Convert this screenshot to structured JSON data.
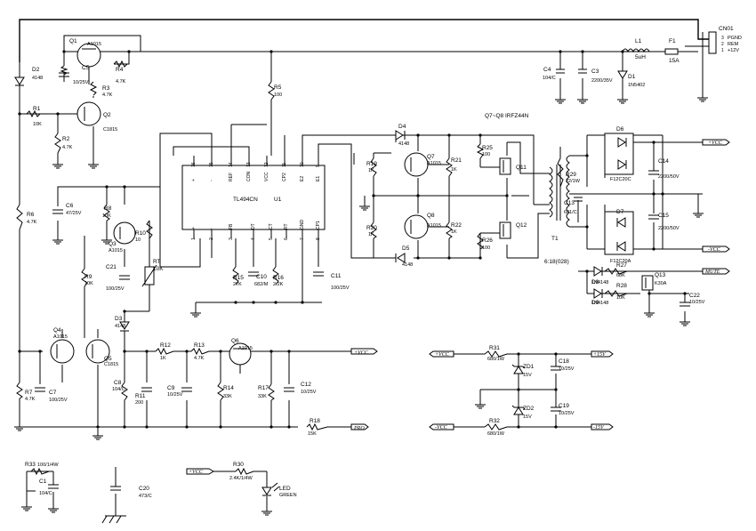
{
  "connector": {
    "ref": "CN01",
    "pins": [
      "3",
      "2",
      "1"
    ],
    "names": [
      "PGND",
      "REM",
      "+12V"
    ]
  },
  "ic": {
    "ref": "U1",
    "part": "TL494CN",
    "top_pins": [
      "16",
      "15",
      "14",
      "13",
      "12",
      "11",
      "10",
      "9"
    ],
    "top_names": [
      "+",
      "-",
      "REF",
      "CON",
      "VCC",
      "CP2",
      "E2",
      "E1"
    ],
    "bot_pins": [
      "1",
      "2",
      "3",
      "4",
      "5",
      "6",
      "7",
      "8"
    ],
    "bot_names": [
      "+",
      "-",
      "FB",
      "DT",
      "CT",
      "RT",
      "GND",
      "CP1"
    ]
  },
  "transformer": {
    "ref": "T1",
    "ratio": "6:18(028)"
  },
  "mosfet_note": "Q7~Q8 IRFZ44N",
  "nets": {
    "pvcc": "+VCC",
    "nvcc": "-VCC",
    "p15": "+15V",
    "n15": "-15V",
    "mute": "MUTE",
    "pro": "PRO"
  },
  "resistors": [
    {
      "ref": "R1",
      "val": "10K"
    },
    {
      "ref": "R2",
      "val": "4.7K"
    },
    {
      "ref": "R3",
      "val": "4.7K"
    },
    {
      "ref": "R4",
      "val": "4.7K"
    },
    {
      "ref": "R5",
      "val": "100"
    },
    {
      "ref": "R6",
      "val": "4.7K"
    },
    {
      "ref": "R7",
      "val": "4.7K"
    },
    {
      "ref": "R8",
      "val": "10K"
    },
    {
      "ref": "R9",
      "val": "10K"
    },
    {
      "ref": "R10",
      "val": "10"
    },
    {
      "ref": "R11",
      "val": "200"
    },
    {
      "ref": "R12",
      "val": "1K"
    },
    {
      "ref": "R13",
      "val": "4.7K"
    },
    {
      "ref": "R14",
      "val": "33K"
    },
    {
      "ref": "R15",
      "val": "27K"
    },
    {
      "ref": "R16",
      "val": "2.2K"
    },
    {
      "ref": "R17",
      "val": "33K"
    },
    {
      "ref": "R18",
      "val": "15K"
    },
    {
      "ref": "R19",
      "val": "1K"
    },
    {
      "ref": "R20",
      "val": "1K"
    },
    {
      "ref": "R21",
      "val": "1K"
    },
    {
      "ref": "R22",
      "val": "1K"
    },
    {
      "ref": "R25",
      "val": "100"
    },
    {
      "ref": "R26",
      "val": "100"
    },
    {
      "ref": "R27",
      "val": "68K"
    },
    {
      "ref": "R28",
      "val": "10K"
    },
    {
      "ref": "R29",
      "val": "22/1W"
    },
    {
      "ref": "R30",
      "val": "2.4K/1/4W"
    },
    {
      "ref": "R31",
      "val": "680/1W"
    },
    {
      "ref": "R32",
      "val": "680/1W"
    },
    {
      "ref": "R33",
      "val": "100/1/4W"
    }
  ],
  "capacitors": [
    {
      "ref": "C1",
      "val": "104/C"
    },
    {
      "ref": "C3",
      "val": "2200/35V"
    },
    {
      "ref": "C4",
      "val": "104/C"
    },
    {
      "ref": "C5",
      "val": "10/25V"
    },
    {
      "ref": "C6",
      "val": "47/25V"
    },
    {
      "ref": "C7",
      "val": "100/25V"
    },
    {
      "ref": "C8",
      "val": "104/C"
    },
    {
      "ref": "C9",
      "val": "10/25V"
    },
    {
      "ref": "C10",
      "val": "682/M"
    },
    {
      "ref": "C11",
      "val": "100/25V"
    },
    {
      "ref": "C12",
      "val": "10/25V"
    },
    {
      "ref": "C13",
      "val": "681/C"
    },
    {
      "ref": "C14",
      "val": "2200/50V"
    },
    {
      "ref": "C15",
      "val": "2200/50V"
    },
    {
      "ref": "C18",
      "val": "10/25V"
    },
    {
      "ref": "C19",
      "val": "10/25V"
    },
    {
      "ref": "C20",
      "val": "473/C"
    },
    {
      "ref": "C21",
      "val": "100/25V"
    },
    {
      "ref": "C22",
      "val": "10/25V"
    }
  ],
  "transistors": [
    {
      "ref": "Q1",
      "val": "A1015"
    },
    {
      "ref": "Q2",
      "val": "C1815"
    },
    {
      "ref": "Q3",
      "val": "A1015"
    },
    {
      "ref": "Q4",
      "val": "A1015"
    },
    {
      "ref": "Q5",
      "val": "C1815"
    },
    {
      "ref": "Q6",
      "val": "A1015"
    },
    {
      "ref": "Q7",
      "val": "A1015"
    },
    {
      "ref": "Q8",
      "val": "A1015"
    },
    {
      "ref": "Q11",
      "val": ""
    },
    {
      "ref": "Q12",
      "val": ""
    },
    {
      "ref": "Q13",
      "val": "K30A"
    }
  ],
  "diodes": [
    {
      "ref": "D1",
      "val": "1N5402"
    },
    {
      "ref": "D2",
      "val": "4148"
    },
    {
      "ref": "D3",
      "val": "4148"
    },
    {
      "ref": "D4",
      "val": "4148"
    },
    {
      "ref": "D5",
      "val": "4148"
    },
    {
      "ref": "D6",
      "val": "F12C20C"
    },
    {
      "ref": "D7",
      "val": "F12C20A"
    },
    {
      "ref": "D8",
      "val": "1N4148"
    },
    {
      "ref": "D9",
      "val": "1N4148"
    },
    {
      "ref": "ZD1",
      "val": "15V"
    },
    {
      "ref": "ZD2",
      "val": "15V"
    },
    {
      "ref": "LED",
      "val": "GREEN"
    }
  ],
  "others": [
    {
      "ref": "L1",
      "val": "5uH"
    },
    {
      "ref": "F1",
      "val": "15A"
    },
    {
      "ref": "RT",
      "val": "10K"
    }
  ]
}
